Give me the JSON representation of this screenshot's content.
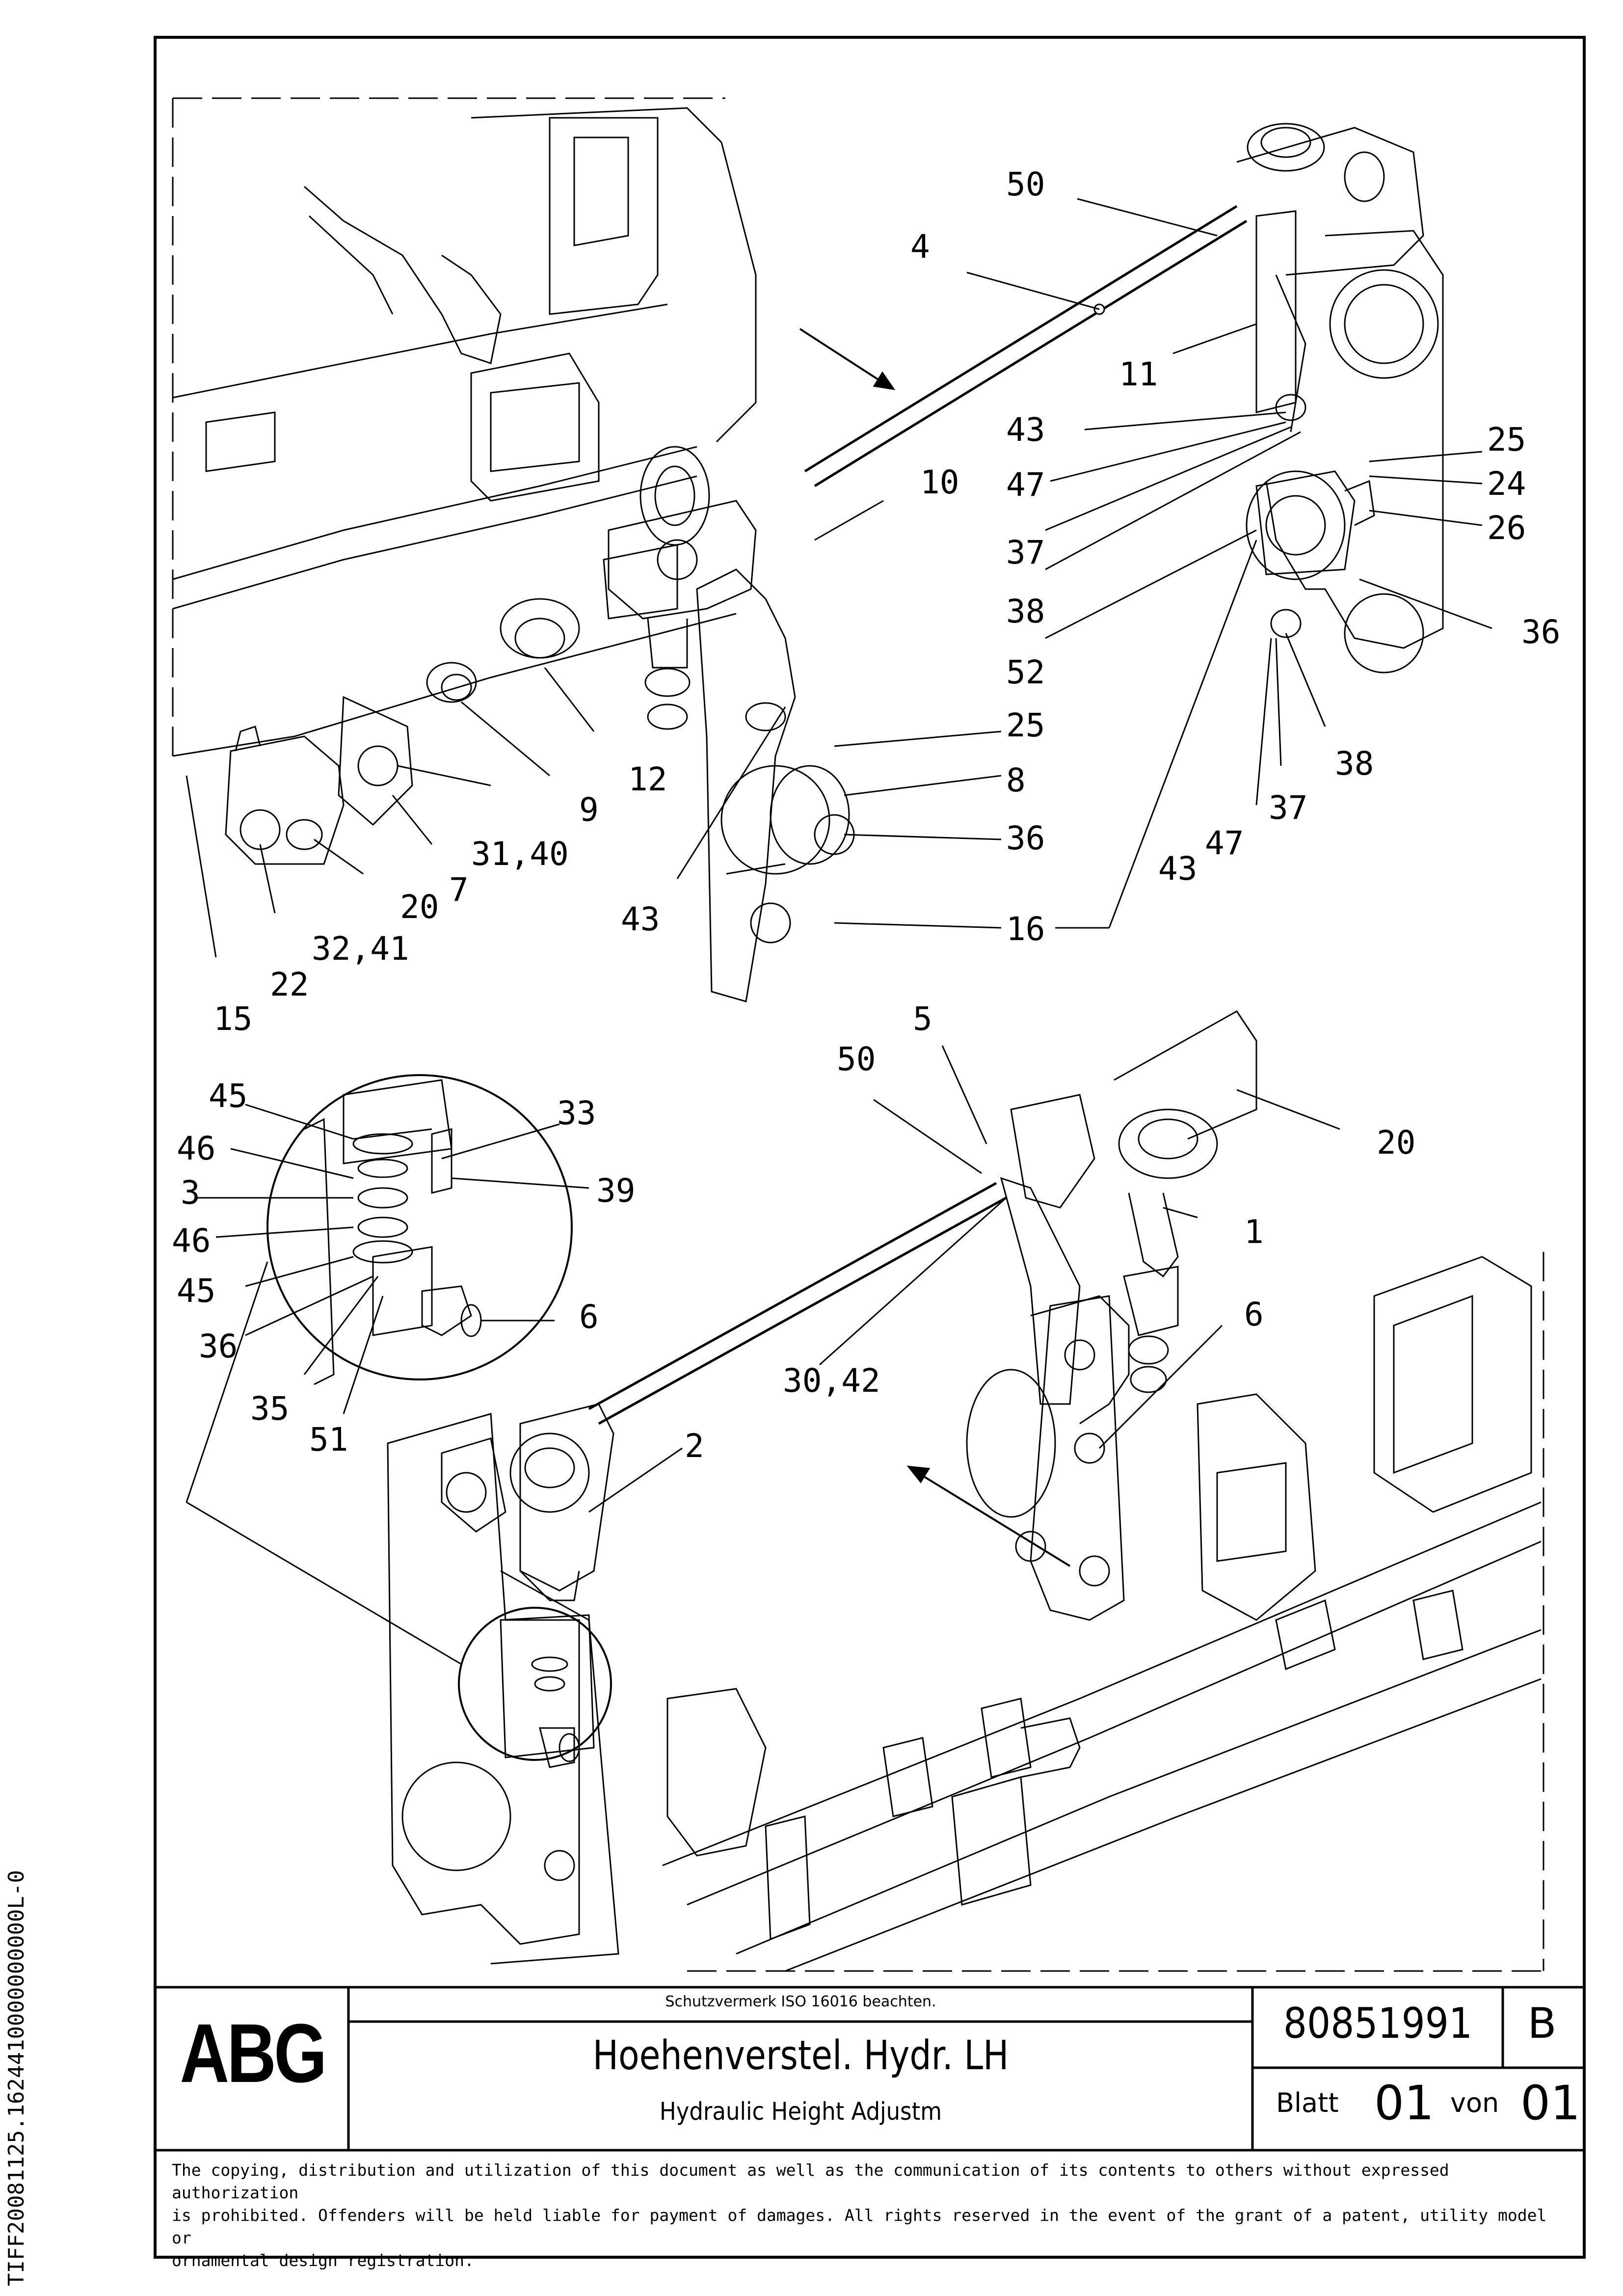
{
  "document_code": "TIFF20081125.1624410000000000L-0",
  "callouts": [
    {
      "id": "c-50a",
      "text": "50"
    },
    {
      "id": "c-4",
      "text": "4"
    },
    {
      "id": "c-11",
      "text": "11"
    },
    {
      "id": "c-43a",
      "text": "43"
    },
    {
      "id": "c-47a",
      "text": "47"
    },
    {
      "id": "c-37a",
      "text": "37"
    },
    {
      "id": "c-38a",
      "text": "38"
    },
    {
      "id": "c-52",
      "text": "52"
    },
    {
      "id": "c-10",
      "text": "10"
    },
    {
      "id": "c-25a",
      "text": "25"
    },
    {
      "id": "c-24",
      "text": "24"
    },
    {
      "id": "c-26",
      "text": "26"
    },
    {
      "id": "c-36a",
      "text": "36"
    },
    {
      "id": "c-25b",
      "text": "25"
    },
    {
      "id": "c-8",
      "text": "8"
    },
    {
      "id": "c-36b",
      "text": "36"
    },
    {
      "id": "c-16",
      "text": "16"
    },
    {
      "id": "c-38b",
      "text": "38"
    },
    {
      "id": "c-37b",
      "text": "37"
    },
    {
      "id": "c-47b",
      "text": "47"
    },
    {
      "id": "c-43b",
      "text": "43"
    },
    {
      "id": "c-12",
      "text": "12"
    },
    {
      "id": "c-9",
      "text": "9"
    },
    {
      "id": "c-31-40",
      "text": "31,40"
    },
    {
      "id": "c-7",
      "text": "7"
    },
    {
      "id": "c-20a",
      "text": "20"
    },
    {
      "id": "c-32-41",
      "text": "32,41"
    },
    {
      "id": "c-22",
      "text": "22"
    },
    {
      "id": "c-15",
      "text": "15"
    },
    {
      "id": "c-43c",
      "text": "43"
    },
    {
      "id": "c-5",
      "text": "5"
    },
    {
      "id": "c-50b",
      "text": "50"
    },
    {
      "id": "c-20b",
      "text": "20"
    },
    {
      "id": "c-1",
      "text": "1"
    },
    {
      "id": "c-6a",
      "text": "6"
    },
    {
      "id": "c-30-42",
      "text": "30,42"
    },
    {
      "id": "c-2",
      "text": "2"
    },
    {
      "id": "c-45a",
      "text": "45"
    },
    {
      "id": "c-33",
      "text": "33"
    },
    {
      "id": "c-46a",
      "text": "46"
    },
    {
      "id": "c-3",
      "text": "3"
    },
    {
      "id": "c-39",
      "text": "39"
    },
    {
      "id": "c-46b",
      "text": "46"
    },
    {
      "id": "c-45b",
      "text": "45"
    },
    {
      "id": "c-6b",
      "text": "6"
    },
    {
      "id": "c-36c",
      "text": "36"
    },
    {
      "id": "c-35",
      "text": "35"
    },
    {
      "id": "c-51",
      "text": "51"
    }
  ],
  "title_block": {
    "logo": "ABG",
    "notice": "Schutzvermerk ISO 16016 beachten.",
    "title_de": "Hoehenverstel. Hydr. LH",
    "title_en": "Hydraulic Height Adjustm",
    "drawing_number": "80851991",
    "revision": "B",
    "sheet_label": "Blatt",
    "sheet_number": "01",
    "of_label": "von",
    "sheet_total": "01"
  },
  "legal": [
    "The copying, distribution and utilization of this document as well as the communication of its contents to others without expressed authorization",
    "is prohibited. Offenders will be held liable for payment of damages. All rights reserved in the event of the grant of a patent, utility model or",
    "ornamental design registration."
  ]
}
